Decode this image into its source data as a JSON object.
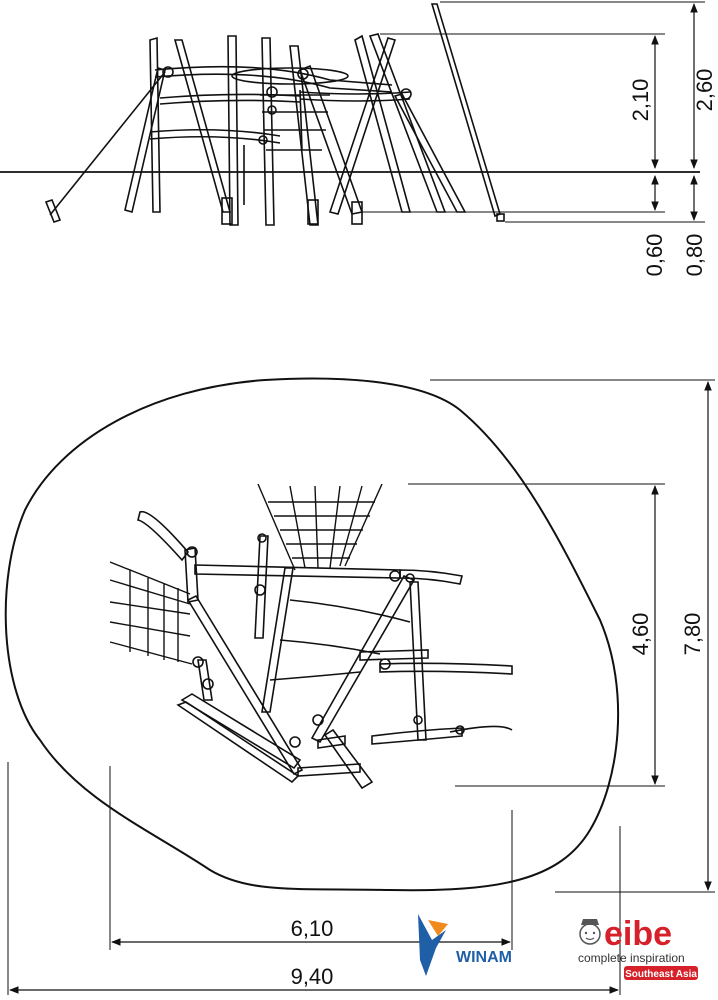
{
  "side_view": {
    "dim_above_top": "2,60",
    "dim_above_platform": "2,10",
    "dim_below_post": "0,60",
    "dim_below_anchor": "0,80"
  },
  "plan_view": {
    "dim_depth_total": "7,80",
    "dim_depth_inner": "4,60",
    "dim_width_inner": "6,10",
    "dim_width_total": "9,40"
  },
  "logos": {
    "winam": "WINAM",
    "eibe": "eibe",
    "eibe_tagline": "complete inspiration",
    "eibe_region": "Southeast Asia"
  },
  "colors": {
    "line": "#111111",
    "eibe_red": "#d6202a",
    "winam_blue": "#1f5fa8",
    "winam_orange": "#f08a1c"
  }
}
